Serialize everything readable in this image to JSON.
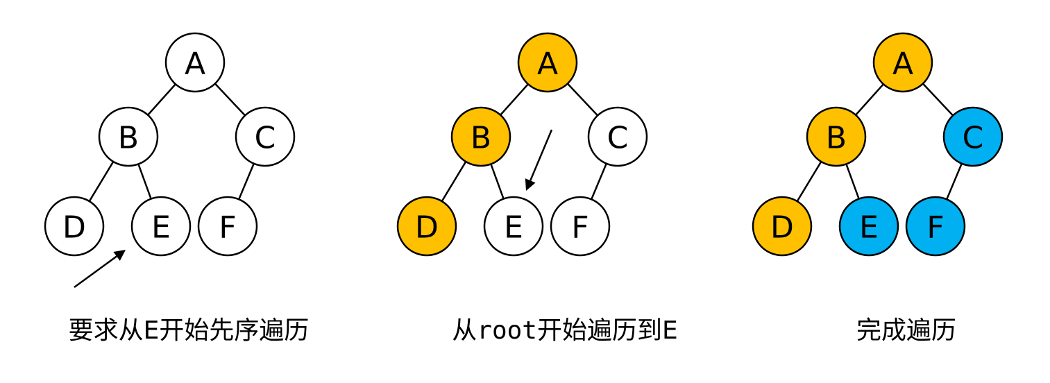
{
  "colors": {
    "default": "#ffffff",
    "visited": "#ffc000",
    "traversed": "#00b0f0",
    "stroke": "#000000"
  },
  "panels": [
    {
      "id": "panel-1",
      "caption": [
        "要求从",
        "E",
        "开始先序遍历"
      ],
      "nodes": [
        {
          "label": "A",
          "state": "default"
        },
        {
          "label": "B",
          "state": "default"
        },
        {
          "label": "C",
          "state": "default"
        },
        {
          "label": "D",
          "state": "default"
        },
        {
          "label": "E",
          "state": "default"
        },
        {
          "label": "F",
          "state": "default"
        }
      ]
    },
    {
      "id": "panel-2",
      "caption": [
        "从",
        "root",
        "开始遍历到",
        "E"
      ],
      "nodes": [
        {
          "label": "A",
          "state": "visited"
        },
        {
          "label": "B",
          "state": "visited"
        },
        {
          "label": "C",
          "state": "default"
        },
        {
          "label": "D",
          "state": "visited"
        },
        {
          "label": "E",
          "state": "default"
        },
        {
          "label": "F",
          "state": "default"
        }
      ]
    },
    {
      "id": "panel-3",
      "caption": [
        "完成遍历"
      ],
      "nodes": [
        {
          "label": "A",
          "state": "visited"
        },
        {
          "label": "B",
          "state": "visited"
        },
        {
          "label": "C",
          "state": "traversed"
        },
        {
          "label": "D",
          "state": "visited"
        },
        {
          "label": "E",
          "state": "traversed"
        },
        {
          "label": "F",
          "state": "traversed"
        }
      ]
    }
  ]
}
